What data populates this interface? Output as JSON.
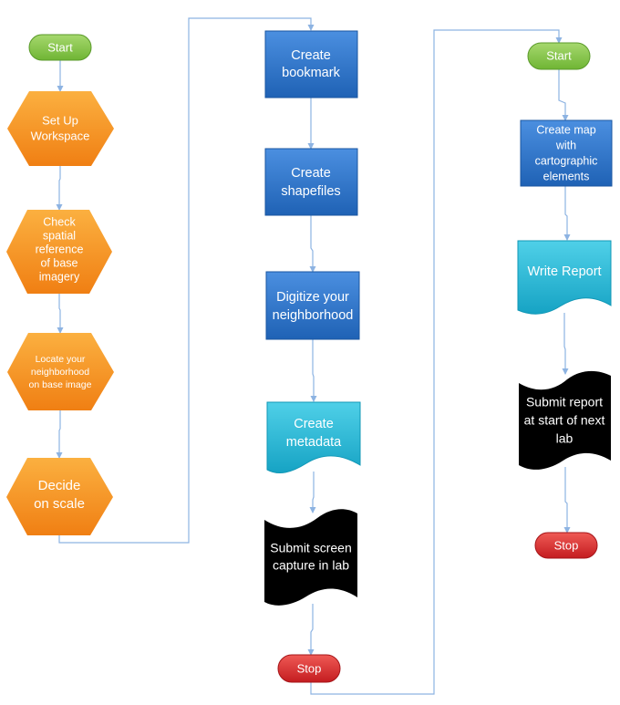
{
  "flowchart": {
    "col1": {
      "start": "Start",
      "steps": [
        [
          "Set Up",
          "Workspace"
        ],
        [
          "Check",
          "spatial",
          "reference",
          "of base",
          "imagery"
        ],
        [
          "Locate your",
          "neighborhood",
          "on base image"
        ],
        [
          "Decide",
          "on scale"
        ]
      ]
    },
    "col2": {
      "steps": [
        [
          "Create",
          "bookmark"
        ],
        [
          "Create",
          "shapefiles"
        ],
        [
          "Digitize your",
          "neighborhood"
        ],
        [
          "Create",
          "metadata"
        ],
        [
          "Submit screen",
          "capture in lab"
        ]
      ],
      "stop": "Stop"
    },
    "col3": {
      "start": "Start",
      "steps": [
        [
          "Create map",
          "with",
          "cartographic",
          "elements"
        ],
        [
          "Write Report"
        ],
        [
          "Submit report",
          "at start of next",
          "lab"
        ]
      ],
      "stop": "Stop"
    }
  },
  "colors": {
    "terminal_start": "#7cc242",
    "terminal_stop": "#d8262a",
    "hexagon": "#f7941d",
    "process": "#2e75c8",
    "document": "#23b5d3",
    "tape": "#000000",
    "connector": "#8db3e2"
  }
}
